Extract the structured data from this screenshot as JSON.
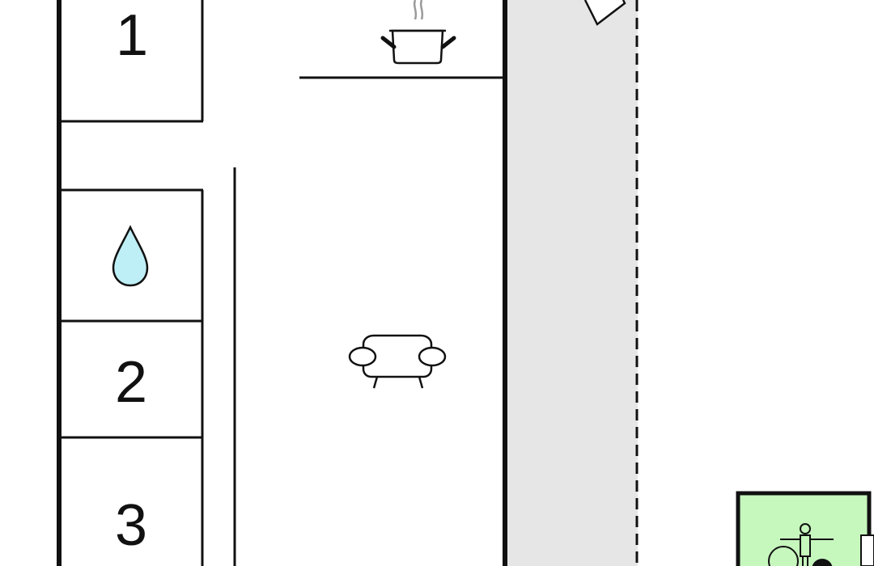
{
  "rooms": [
    {
      "id": "bedroom-1",
      "label": "1"
    },
    {
      "id": "bathroom",
      "icon": "water-drop-icon"
    },
    {
      "id": "bedroom-2",
      "label": "2"
    },
    {
      "id": "bedroom-3",
      "label": "3"
    },
    {
      "id": "kitchen",
      "icon": "cooking-pot-icon"
    },
    {
      "id": "living-room",
      "icon": "armchair-icon"
    },
    {
      "id": "terrace"
    },
    {
      "id": "outdoor-area",
      "icon": "playground-icon"
    }
  ],
  "colors": {
    "wall": "#111111",
    "terrace": "#e6e6e6",
    "water": "#bfeff6",
    "outdoor": "#c6f7bd",
    "steam": "#9a9a9a"
  }
}
